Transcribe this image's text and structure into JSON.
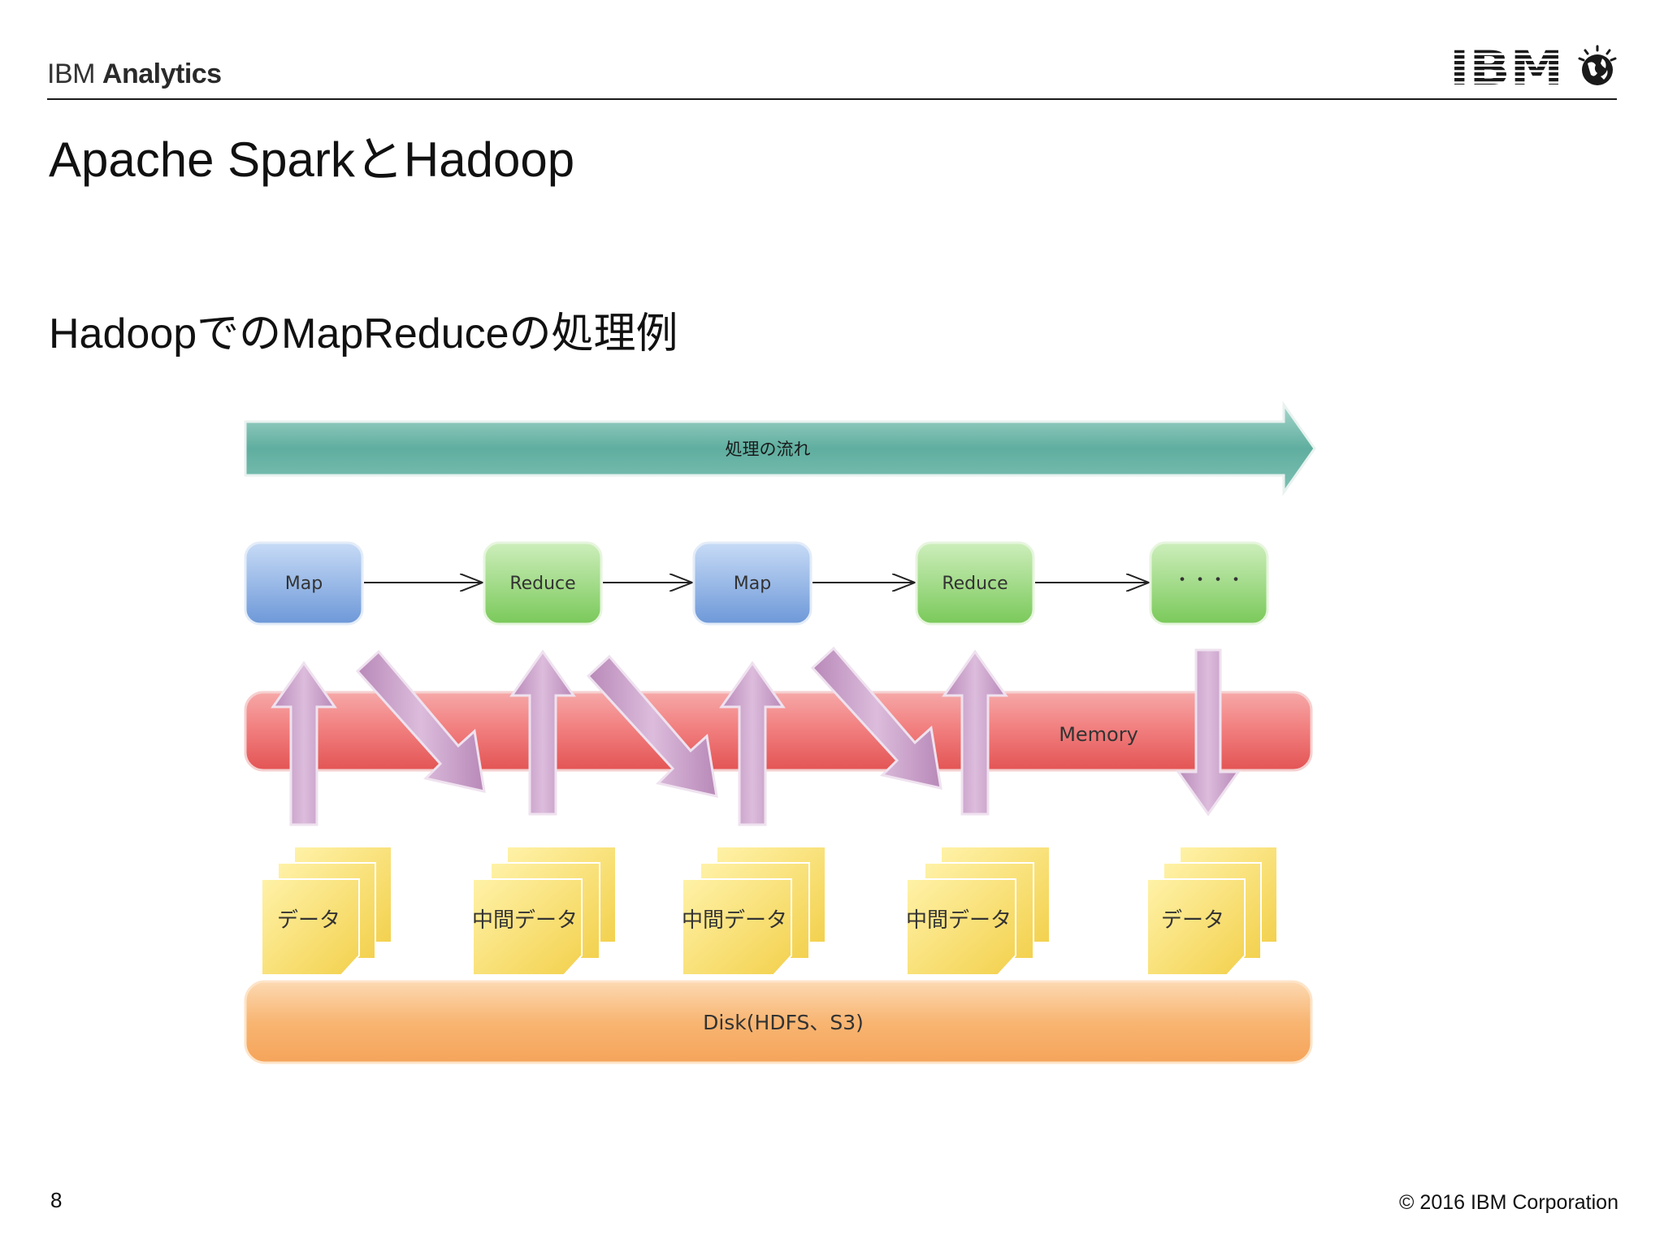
{
  "header": {
    "brand_prefix": "IBM",
    "brand_suffix": "Analytics",
    "logo_text": "IBM"
  },
  "slide": {
    "title": "Apache SparkとHadoop",
    "subtitle": "HadoopでのMapReduceの処理例"
  },
  "diagram": {
    "flow_label": "処理の流れ",
    "stages": [
      {
        "label": "Map",
        "kind": "map"
      },
      {
        "label": "Reduce",
        "kind": "reduce"
      },
      {
        "label": "Map",
        "kind": "map"
      },
      {
        "label": "Reduce",
        "kind": "reduce"
      },
      {
        "label": "・・・・",
        "kind": "reduce"
      }
    ],
    "memory_label": "Memory",
    "data_stacks": [
      "データ",
      "中間データ",
      "中間データ",
      "中間データ",
      "データ"
    ],
    "disk_label": "Disk(HDFS、S3)",
    "colors": {
      "flow_arrow": "#6fb3a7",
      "map": "#7fa8e0",
      "reduce": "#8fd46f",
      "memory": "#e86060",
      "purple_arrow": "#c498c4",
      "data_note": "#f7d860",
      "disk": "#f9b26b"
    }
  },
  "footer": {
    "page_number": "8",
    "copyright": "© 2016 IBM Corporation"
  }
}
